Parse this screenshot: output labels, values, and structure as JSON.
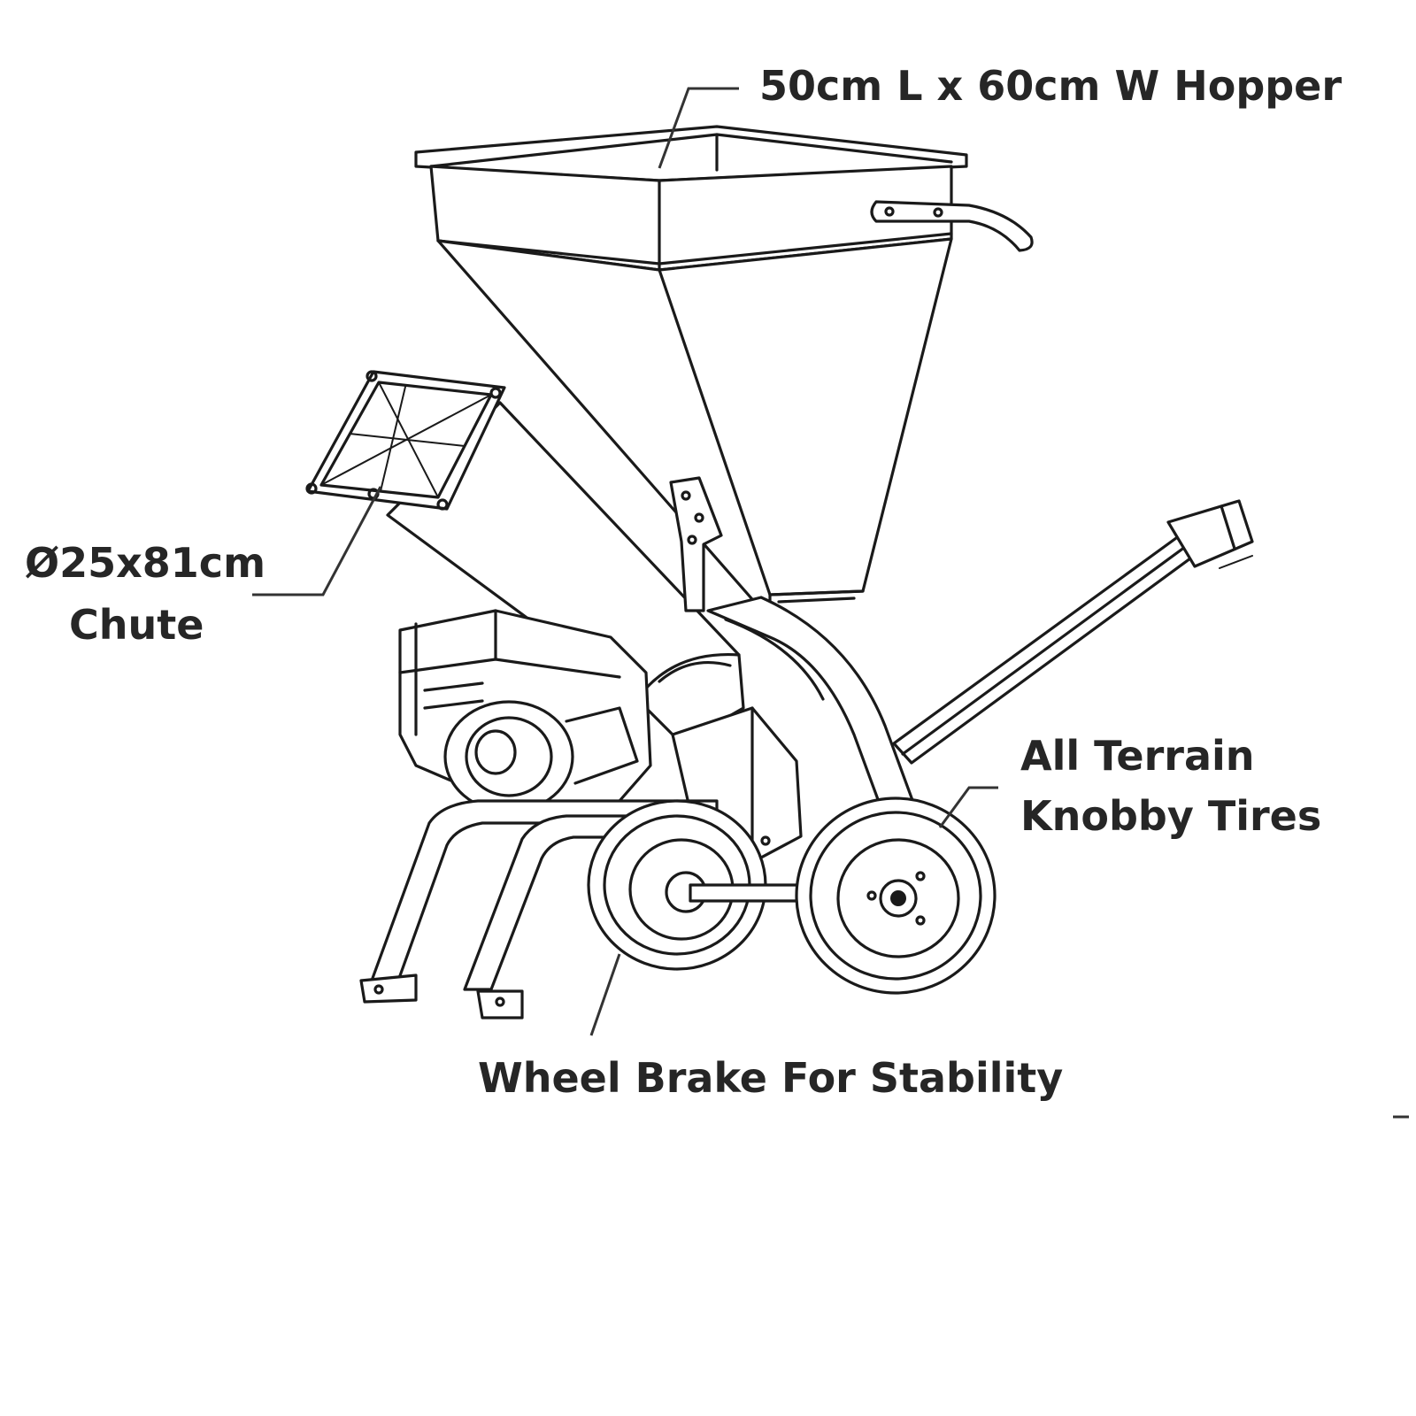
{
  "labels": {
    "hopper": "50cm L x 60cm W Hopper",
    "chute_line1": "Ø25x81cm",
    "chute_line2": "Chute",
    "tires_line1": "All Terrain",
    "tires_line2": "Knobby Tires",
    "brake": "Wheel Brake For Stability"
  },
  "colors": {
    "ink": "#1a1a1a",
    "text": "#262626",
    "background": "#ffffff"
  }
}
